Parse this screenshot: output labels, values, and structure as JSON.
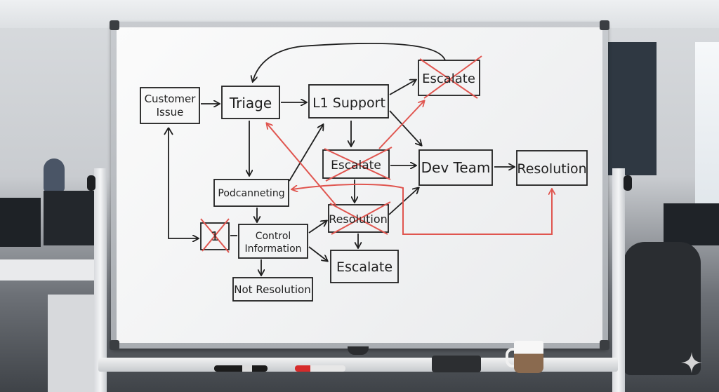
{
  "colors": {
    "ink": "#1f1f1f",
    "red_marker": "#e0554f"
  },
  "nodes": {
    "customer_issue": {
      "line1": "Customer",
      "line2": "Issue"
    },
    "triage": "Triage",
    "l1_support": "L1 Support",
    "escalate_top": "Escalate",
    "escalate_mid": "Escalate",
    "dev_team": "Dev Team",
    "resolution": "Resolution",
    "podcanneting": "Podcanneting",
    "control_info": {
      "line1": "Control",
      "line2": "Information"
    },
    "resolution_crossed": "Resolution",
    "escalate_bottom": "Escalate",
    "not_resolution": "Not Resolution",
    "small_box": "1"
  },
  "icons": [
    "sparkle-icon"
  ]
}
